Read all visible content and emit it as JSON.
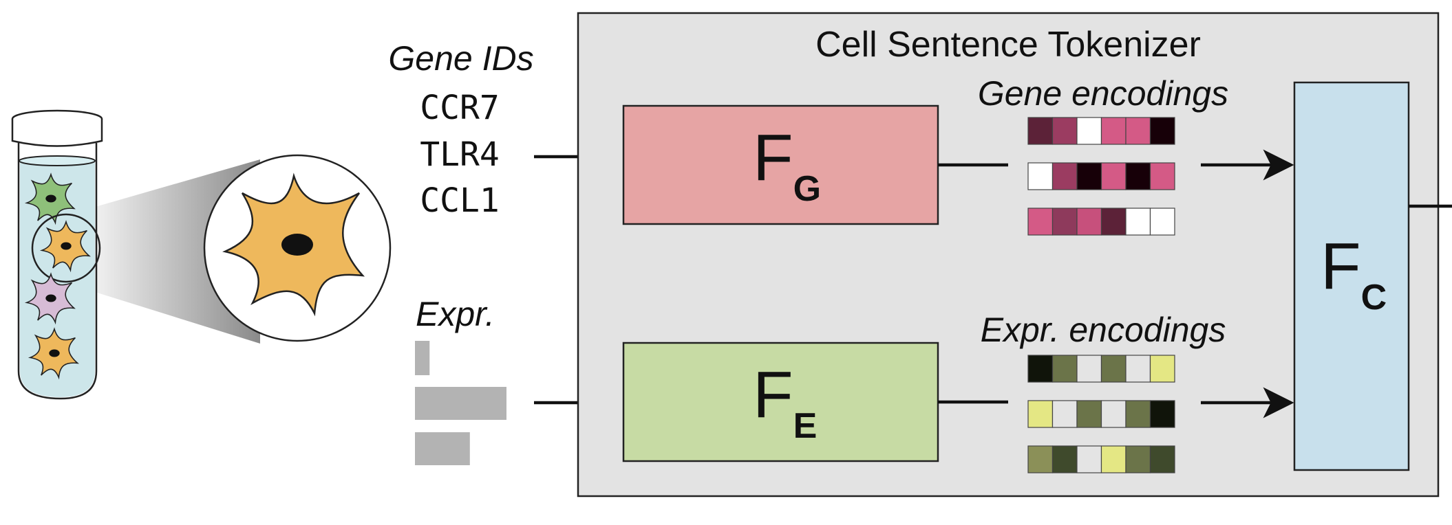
{
  "input": {
    "gene_ids_label": "Gene IDs",
    "genes": [
      "CCR7",
      "TLR4",
      "CCL1"
    ],
    "expr_label": "Expr.",
    "expr_bars": [
      0.16,
      1.0,
      0.6
    ]
  },
  "tokenizer": {
    "title": "Cell Sentence Tokenizer",
    "gene_encoder": {
      "main": "F",
      "sub": "G"
    },
    "expr_encoder": {
      "main": "F",
      "sub": "E"
    },
    "combiner": {
      "main": "F",
      "sub": "C"
    },
    "gene_encodings_label": "Gene encodings",
    "expr_encodings_label": "Expr. encodings"
  },
  "gene_encodings": [
    [
      "#5c2238",
      "#9b3c61",
      "#ffffff",
      "#d45a86",
      "#d45a86",
      "#170008"
    ],
    [
      "#ffffff",
      "#9b3c61",
      "#170008",
      "#d45a86",
      "#170008",
      "#d45a86"
    ],
    [
      "#d45a86",
      "#8e3a5c",
      "#c7507c",
      "#5c2238",
      "#ffffff",
      "#ffffff"
    ]
  ],
  "expr_encodings": [
    [
      "#10140a",
      "#6b7449",
      "#e4e4e4",
      "#6b7449",
      "#e4e4e4",
      "#e4e784"
    ],
    [
      "#e4e784",
      "#e4e4e4",
      "#6b7449",
      "#e4e4e4",
      "#6b7449",
      "#10140a"
    ],
    [
      "#8b9058",
      "#3f4a2c",
      "#e4e4e4",
      "#e4e784",
      "#6b7449",
      "#3f4a2c"
    ]
  ],
  "colors": {
    "panel_bg": "#e3e3e3",
    "gene_encoder_fill": "#e6a4a4",
    "expr_encoder_fill": "#c7dba4",
    "combiner_fill": "#c8e0ec",
    "expr_bar_fill": "#b3b3b3",
    "tube_liquid": "#cde6ea",
    "cell_orange": "#eeb85c",
    "cell_green": "#8ec07a",
    "cell_lilac": "#d7bcd6",
    "nucleus": "#111111"
  }
}
